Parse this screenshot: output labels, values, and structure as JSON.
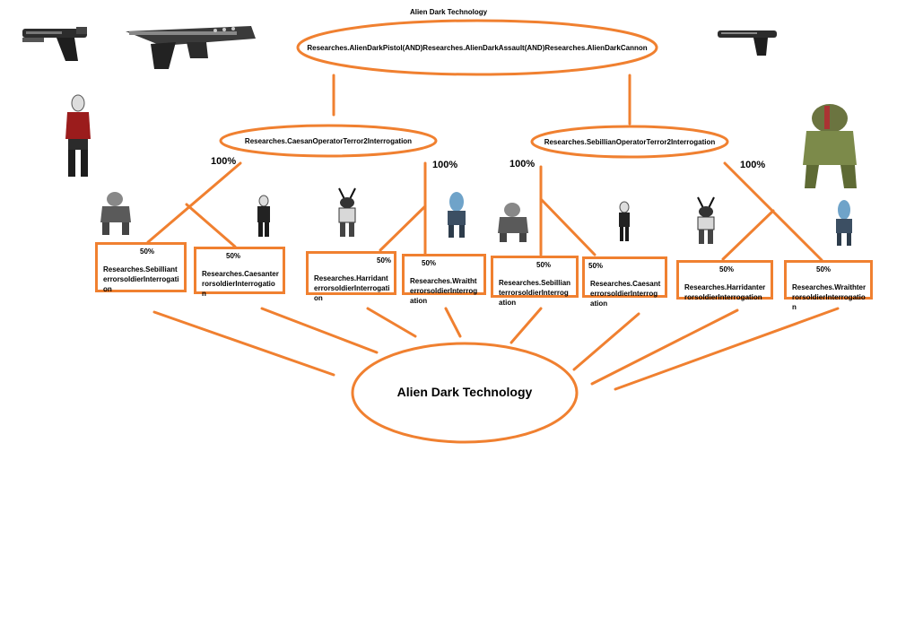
{
  "header": {
    "title": "Alien Dark Technology"
  },
  "colors": {
    "accent": "#f08030",
    "text": "#000000",
    "background": "#ffffff"
  },
  "nodes": {
    "top_requirement": "Researches.AlienDarkPistol(AND)Researches.AlienDarkAssault(AND)Researches.AlienDarkCannon",
    "left_interrogation": "Researches.CaesanOperatorTerror2Interrogation",
    "right_interrogation": "Researches.SebillianOperatorTerror2Interrogation",
    "bottom_result": "Alien Dark Technology"
  },
  "edge_labels": {
    "full": "100%"
  },
  "boxes": [
    {
      "percent": "50%",
      "text": "Researches.SebillianterrorsoldierInterrogation"
    },
    {
      "percent": "50%",
      "text": "Researches.CaesanterrorsoldierInterrogation"
    },
    {
      "percent": "50%",
      "text": "Researches.HarridanterrorsoldierInterrogation"
    },
    {
      "percent": "50%",
      "text": "Researches.WraithterrorsoldierInterrogation"
    },
    {
      "percent": "50%",
      "text": "Researches.SebillianterrorsoldierInterrogation"
    },
    {
      "percent": "50%",
      "text": "Researches.CaesanterrorsoldierInterrogation"
    },
    {
      "percent": "50%",
      "text": "Researches.HarridanterrorsoldierInterrogation"
    },
    {
      "percent": "50%",
      "text": "Researches.WraithterrorsoldierInterrogation"
    }
  ],
  "images": {
    "weapons": [
      "alien-dark-pistol-icon",
      "alien-dark-assault-icon",
      "alien-dark-cannon-icon"
    ],
    "operators": [
      "caesan-operator-icon",
      "sebillian-operator-icon"
    ],
    "soldiers": [
      "sebillian-soldier-icon",
      "caesan-soldier-icon",
      "harridan-soldier-icon",
      "wraith-soldier-icon"
    ]
  }
}
